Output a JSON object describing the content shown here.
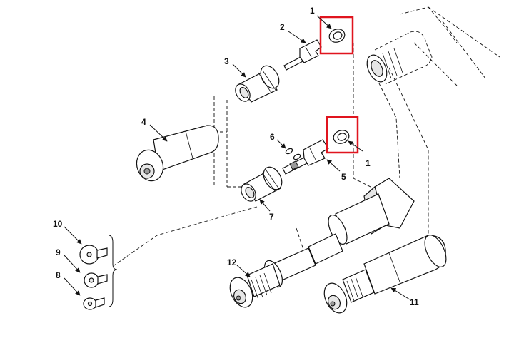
{
  "highlight_color": "#e0141e",
  "callouts": {
    "c1a": "1",
    "c1b": "1",
    "c2": "2",
    "c3": "3",
    "c4": "4",
    "c5": "5",
    "c6": "6",
    "c7": "7",
    "c8": "8",
    "c9": "9",
    "c10": "10",
    "c11": "11",
    "c12": "12"
  }
}
